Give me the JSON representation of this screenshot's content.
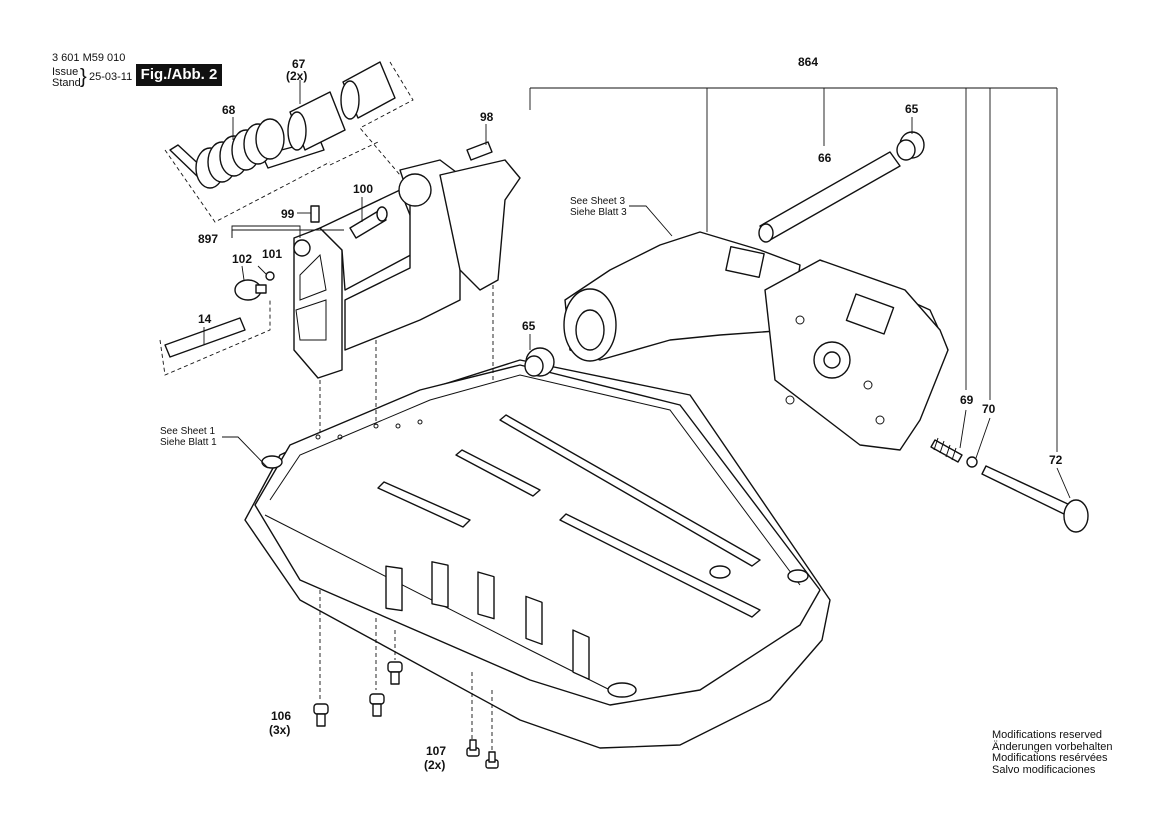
{
  "header": {
    "doc_number": "3 601 M59 010",
    "issue_label": "Issue",
    "stand_label": "Stand",
    "date": "25-03-11",
    "figure": "Fig./Abb. 2"
  },
  "callouts": {
    "p864": "864",
    "p67": "67",
    "p67_qty": "(2x)",
    "p68": "68",
    "p98": "98",
    "p65_top": "65",
    "p66": "66",
    "p100": "100",
    "p99": "99",
    "p897": "897",
    "p101": "101",
    "p102": "102",
    "p14": "14",
    "p65_left": "65",
    "p69": "69",
    "p70": "70",
    "p72": "72",
    "p106": "106",
    "p106_qty": "(3x)",
    "p107": "107",
    "p107_qty": "(2x)"
  },
  "references": {
    "sheet3_en": "See Sheet 3",
    "sheet3_de": "Siehe Blatt 3",
    "sheet1_en": "See Sheet 1",
    "sheet1_de": "Siehe Blatt 1"
  },
  "footer_notes": [
    "Modifications reserved",
    "Änderungen vorbehalten",
    "Modifications resérvées",
    "Salvo modificaciones"
  ]
}
